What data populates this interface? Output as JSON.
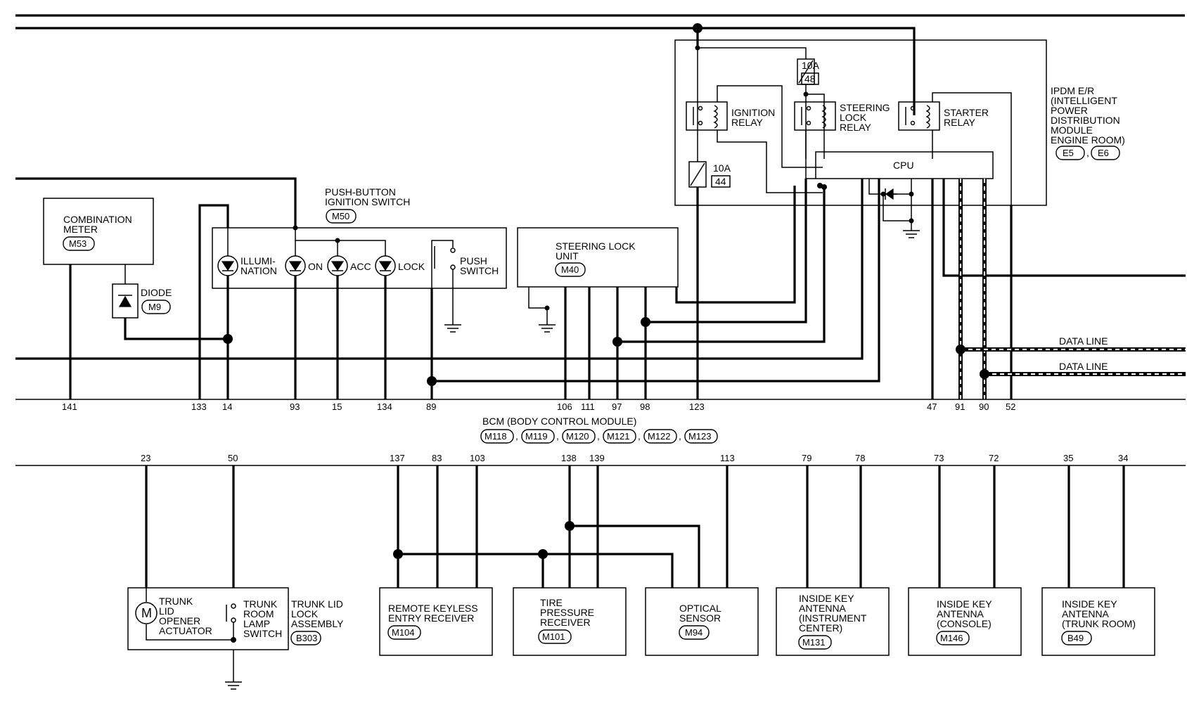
{
  "ipdm": {
    "lines": [
      "IPDM E/R",
      "(INTELLIGENT",
      " POWER",
      " DISTRIBUTION",
      " MODULE",
      " ENGINE ROOM)"
    ],
    "connectors": [
      "E5",
      "E6"
    ],
    "fuse_top": {
      "rating": "10A",
      "number": "48"
    },
    "fuse_left": {
      "rating": "10A",
      "number": "44"
    },
    "ignition_relay": [
      "IGNITION",
      "RELAY"
    ],
    "steering_lock_relay": [
      "STEERING",
      "LOCK",
      "RELAY"
    ],
    "starter_relay": [
      "STARTER",
      "RELAY"
    ],
    "cpu": "CPU"
  },
  "combination_meter": {
    "lines": [
      "COMBINATION",
      "METER"
    ],
    "connector": "M53"
  },
  "diode": {
    "label": "DIODE",
    "connector": "M9"
  },
  "push_button_switch": {
    "lines": [
      "PUSH-BUTTON",
      "IGNITION SWITCH"
    ],
    "connector": "M50",
    "illumination": [
      "ILLUMI-",
      "NATION"
    ],
    "on": "ON",
    "acc": "ACC",
    "lock": "LOCK",
    "push_switch": [
      "PUSH",
      "SWITCH"
    ]
  },
  "steering_lock_unit": {
    "lines": [
      "STEERING LOCK",
      "UNIT"
    ],
    "connector": "M40"
  },
  "bcm": {
    "label": "BCM (BODY CONTROL MODULE)",
    "connectors": [
      "M118",
      "M119",
      "M120",
      "M121",
      "M122",
      "M123"
    ],
    "upper_pins": [
      "141",
      "133",
      "14",
      "93",
      "15",
      "134",
      "89",
      "106",
      "111",
      "97",
      "98",
      "123",
      "47",
      "91",
      "90",
      "52"
    ],
    "lower_pins": [
      "23",
      "50",
      "137",
      "83",
      "103",
      "138",
      "139",
      "113",
      "79",
      "78",
      "73",
      "72",
      "35",
      "34"
    ]
  },
  "data_lines": [
    "DATA LINE",
    "DATA LINE"
  ],
  "trunk_lid_lock": {
    "label": [
      "TRUNK LID",
      "LOCK",
      "ASSEMBLY"
    ],
    "connector": "B303",
    "actuator": [
      "TRUNK",
      "LID",
      "OPENER",
      "ACTUATOR"
    ],
    "motor_symbol": "M",
    "lamp_switch": [
      "TRUNK",
      "ROOM",
      "LAMP",
      "SWITCH"
    ]
  },
  "remote_keyless": {
    "lines": [
      "REMOTE KEYLESS",
      "ENTRY RECEIVER"
    ],
    "connector": "M104"
  },
  "tire_pressure": {
    "lines": [
      "TIRE",
      "PRESSURE",
      "RECEIVER"
    ],
    "connector": "M101"
  },
  "optical_sensor": {
    "lines": [
      "OPTICAL",
      "SENSOR"
    ],
    "connector": "M94"
  },
  "antenna_instrument": {
    "lines": [
      "INSIDE KEY",
      "ANTENNA",
      "(INSTRUMENT",
      " CENTER)"
    ],
    "connector": "M131"
  },
  "antenna_console": {
    "lines": [
      "INSIDE KEY",
      "ANTENNA",
      "(CONSOLE)"
    ],
    "connector": "M146"
  },
  "antenna_trunk": {
    "lines": [
      "INSIDE KEY",
      "ANTENNA",
      "(TRUNK ROOM)"
    ],
    "connector": "B49"
  }
}
